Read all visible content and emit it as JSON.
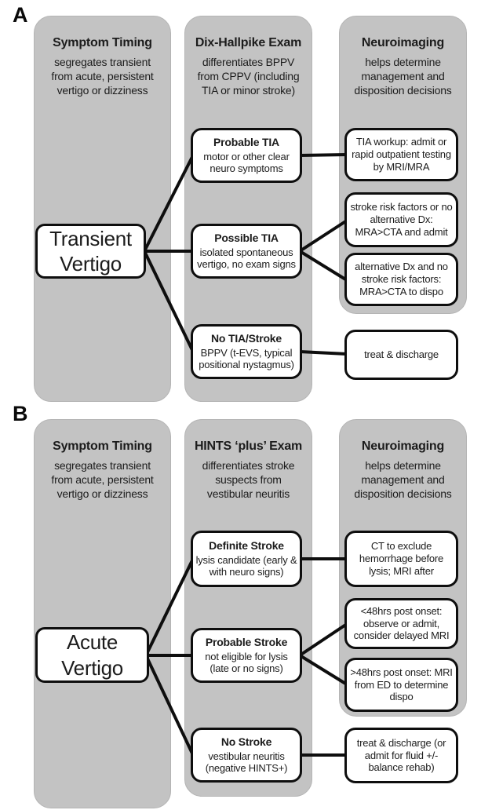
{
  "colors": {
    "column_background": "#c3c3c3",
    "box_border": "#0e0e0e",
    "box_background": "#ffffff",
    "text": "#1c1c1c",
    "connector": "#0e0e0e"
  },
  "panel_a": {
    "label": "A",
    "columns": [
      {
        "title": "Symptom Timing",
        "description": "segregates transient from acute, persistent vertigo or dizziness"
      },
      {
        "title": "Dix-Hallpike Exam",
        "description": "differentiates BPPV from CPPV (including TIA or minor stroke)"
      },
      {
        "title": "Neuroimaging",
        "description": "helps determine management and disposition decisions"
      }
    ],
    "root_label": "Transient Vertigo",
    "branches": [
      {
        "title": "Probable TIA",
        "description": "motor or other clear neuro symptoms"
      },
      {
        "title": "Possible TIA",
        "description": "isolated spontaneous vertigo, no exam signs"
      },
      {
        "title": "No TIA/Stroke",
        "description": "BPPV (t-EVS, typical positional nystagmus)"
      }
    ],
    "outcomes": [
      "TIA workup: admit or rapid outpatient testing by MRI/MRA",
      "stroke risk factors or no alternative Dx: MRA>CTA and admit",
      "alternative Dx and no stroke risk factors: MRA>CTA to dispo",
      "treat & discharge"
    ]
  },
  "panel_b": {
    "label": "B",
    "columns": [
      {
        "title": "Symptom Timing",
        "description": "segregates transient from acute, persistent vertigo or dizziness"
      },
      {
        "title": "HINTS ‘plus’ Exam",
        "description": "differentiates stroke suspects from vestibular neuritis"
      },
      {
        "title": "Neuroimaging",
        "description": "helps determine management and disposition decisions"
      }
    ],
    "root_label": "Acute Vertigo",
    "branches": [
      {
        "title": "Definite Stroke",
        "description": "lysis candidate (early & with neuro signs)"
      },
      {
        "title": "Probable Stroke",
        "description": "not eligible for lysis (late or no signs)"
      },
      {
        "title": "No Stroke",
        "description": "vestibular neuritis (negative HINTS+)"
      }
    ],
    "outcomes": [
      "CT to exclude hemorrhage before lysis; MRI after",
      "<48hrs post onset: observe or admit, consider delayed MRI",
      ">48hrs post onset: MRI from ED to determine dispo",
      "treat & discharge  (or admit for fluid +/- balance rehab)"
    ]
  }
}
